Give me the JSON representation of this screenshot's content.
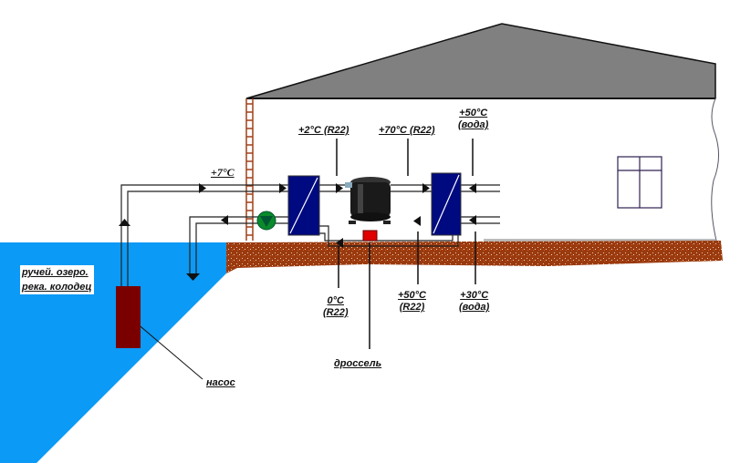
{
  "diagram": {
    "title": "Water-source heat pump scheme",
    "colors": {
      "water": "#0b9af5",
      "soil": "#9a3a0e",
      "roof": "#808080",
      "exchanger": "#000a80",
      "pump_water": "#7a0000",
      "throttle": "#e00000",
      "circulation_pump": "#0a8a2a"
    },
    "labels": {
      "intake_temp": "+7°C",
      "evaporator_out": "+2°C (R22)",
      "compressor_out": "+70°C (R22)",
      "water_out_temp": "+50°C",
      "water_out_medium": "(вода)",
      "evaporator_in_temp": "0°C",
      "evaporator_in_medium": "(R22)",
      "condenser_out_temp": "+50°C",
      "condenser_out_medium": "(R22)",
      "water_in_temp": "+30°C",
      "water_in_medium": "(вода)",
      "throttle": "дроссель",
      "pump": "насос",
      "source_line1": "ручей. озеро.",
      "source_line2": "река. колодец"
    }
  }
}
